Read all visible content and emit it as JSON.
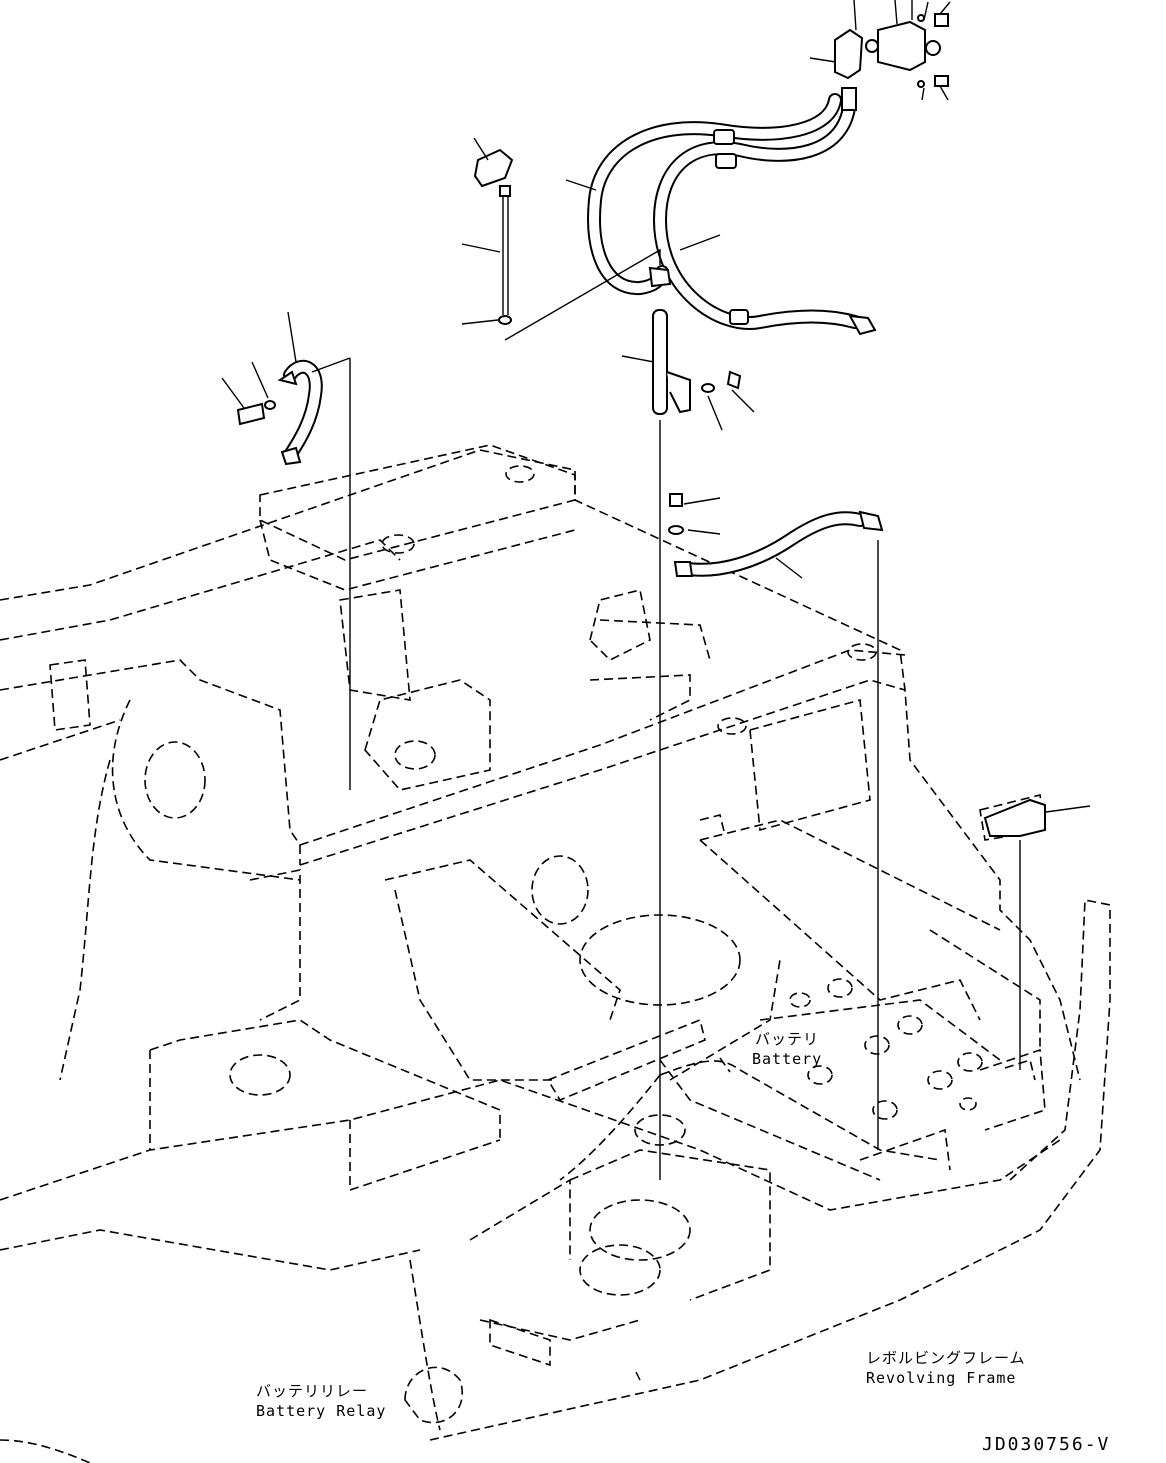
{
  "labels": {
    "battery_jp": "バッテリ",
    "battery_en": "Battery",
    "battery_relay_jp": "バッテリリレー",
    "battery_relay_en": "Battery Relay",
    "revolving_frame_jp": "レボルビングフレーム",
    "revolving_frame_en": "Revolving Frame"
  },
  "drawing_code": "JD030756-V"
}
